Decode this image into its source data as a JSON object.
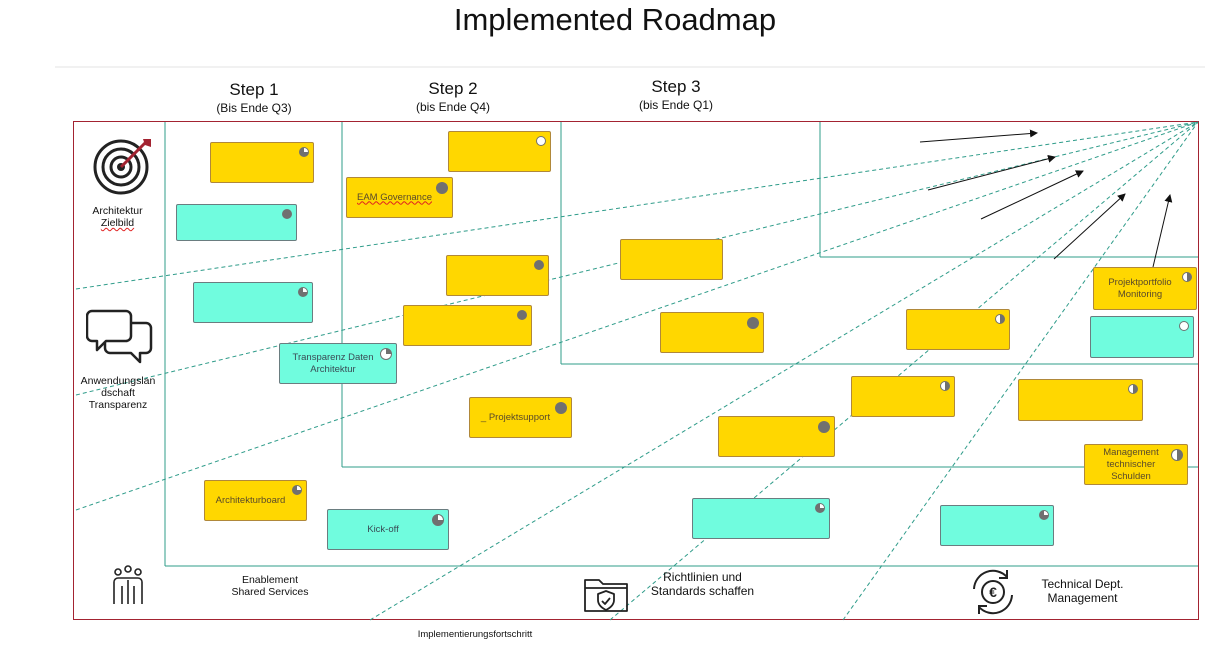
{
  "title": "Implemented Roadmap",
  "steps": [
    {
      "title": "Step 1",
      "sub": "(Bis Ende Q3)"
    },
    {
      "title": "Step 2",
      "sub": "(bis Ende Q4)"
    },
    {
      "title": "Step 3",
      "sub": "(bis Ende Q1)"
    }
  ],
  "rows": {
    "architektur": {
      "line1": "Architektur",
      "line2": "Zielbild"
    },
    "anwendung": {
      "line1": "Anwendungslan",
      "line2": "dschaft",
      "line3": "Transparenz"
    }
  },
  "bottom_categories": {
    "enablement": {
      "line1": "Enablement",
      "line2": "Shared Services"
    },
    "richtlinien": {
      "line1": "Richtlinien und",
      "line2": "Standards schaffen"
    },
    "technical": {
      "line1": "Technical Dept.",
      "line2": "Management"
    }
  },
  "footer": "Implementierungsfortschritt",
  "notes": {
    "eam_governance": "EAM Governance",
    "transparenz_daten": "Transparenz Daten Architektur",
    "projektsupport": "_ Projektsupport",
    "architekturboard": "Architekturboard",
    "kickoff": "Kick-off",
    "projektportfolio": "Projektportfolio Monitoring",
    "management": "Management technischer Schulden"
  },
  "colors": {
    "yellow_note": "#ffd700",
    "cyan_note": "#70fcde",
    "frame": "#a32331",
    "lane_lines": "#2f9c8a"
  },
  "icons": [
    "target-icon",
    "chat-bubbles-icon",
    "people-icon",
    "folder-shield-icon",
    "euro-cycle-icon"
  ]
}
